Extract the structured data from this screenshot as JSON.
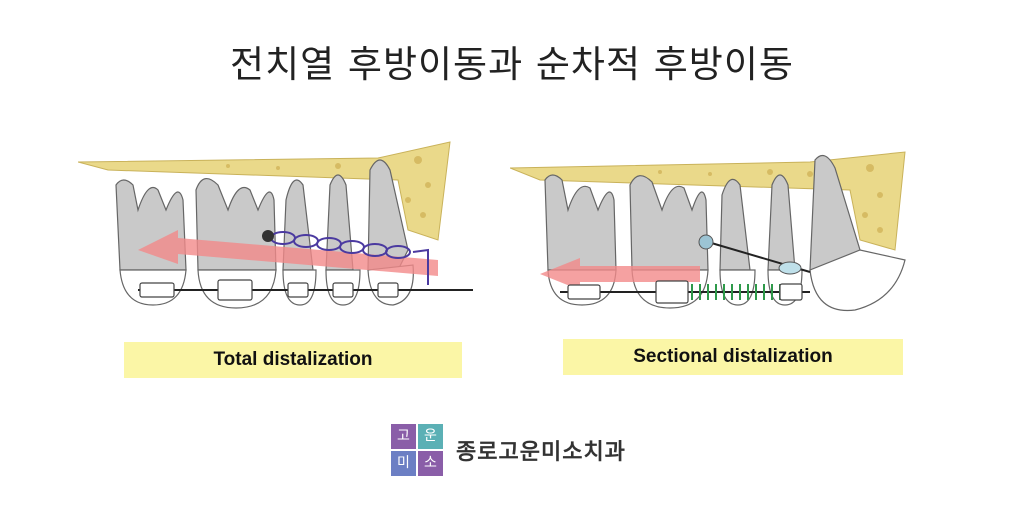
{
  "title": "전치열 후방이동과 순차적 후방이동",
  "captions": {
    "left": "Total distalization",
    "right": "Sectional distalization"
  },
  "logo": {
    "cells": [
      "고",
      "운",
      "미",
      "소"
    ],
    "colors": [
      "#8a5ea8",
      "#5bb0b5",
      "#6c7fc4",
      "#8a5ea8"
    ]
  },
  "clinic_name": "종로고운미소치과",
  "colors": {
    "bone": "#ead98a",
    "tooth": "#c9c9c9",
    "arrow": "#f28a8a",
    "chain": "#4b3aa0",
    "spring": "#2e9a4a",
    "caption_bg": "#fbf6a6"
  }
}
